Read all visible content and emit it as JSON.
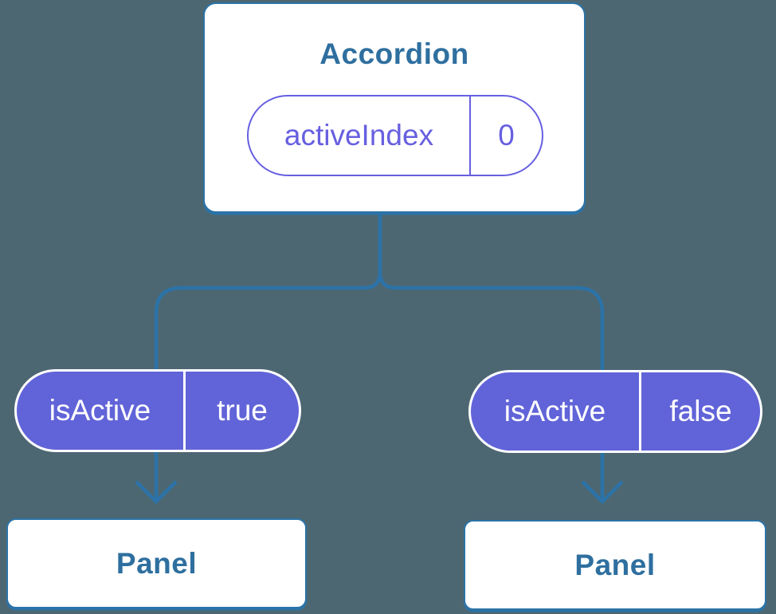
{
  "colors": {
    "background": "#4d6772",
    "line": "#2b73a8",
    "node_fill": "#ffffff",
    "title_text": "#2e6f9f",
    "purple_fill": "#6164d8",
    "purple_line": "#675fe0",
    "badge_text": "#ffffff"
  },
  "tree": {
    "root": {
      "title": "Accordion",
      "state": {
        "label": "activeIndex",
        "value": "0"
      }
    },
    "children": [
      {
        "badge": {
          "label": "isActive",
          "value": "true"
        },
        "node": "Panel"
      },
      {
        "badge": {
          "label": "isActive",
          "value": "false"
        },
        "node": "Panel"
      }
    ]
  }
}
